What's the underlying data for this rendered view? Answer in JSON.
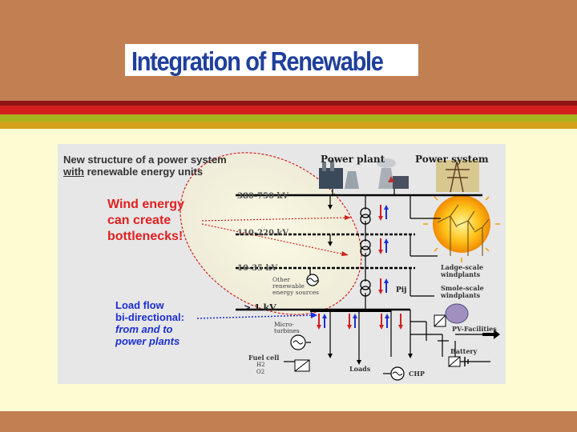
{
  "slide": {
    "title": "Integration of Renewable"
  },
  "figure": {
    "heading_line1": "New structure of a power system",
    "heading_with": "with",
    "heading_rest": " renewable energy units",
    "wind_text": [
      "Wind energy",
      "can create",
      "bottlenecks!"
    ],
    "load_text": [
      "Load flow",
      "bi-directional:",
      "from  and to",
      "power plants"
    ],
    "power_plant": "Power plant",
    "power_system": "Power system",
    "v1": "380-750 kV",
    "v2": "110-220 kV",
    "v3": "10-35 kV",
    "v4": "> 1 kV",
    "other_renewable": [
      "Other",
      "renewable",
      "energy sources"
    ],
    "pij": "Pij",
    "large_scale": [
      "Ladge-scale",
      "windplants"
    ],
    "small_scale": [
      "Smole-scale",
      "windplants"
    ],
    "pv": "PV-Facilities",
    "battery": "Battery",
    "micro": [
      "Micro-",
      "turbines"
    ],
    "fuel_cell": "Fuel cell",
    "h2": "H2",
    "o2": "O2",
    "loads": "Loads",
    "chp": "CHP"
  },
  "colors": {
    "background": "#c17f52",
    "title_text": "#1f3f9c",
    "content_bg": "#fdfbd2",
    "stripe_red": "#d41f1f",
    "stripe_green": "#a6b41d",
    "stripe_gold": "#d4a11c",
    "figure_bg": "#e7e7e7",
    "wind_red": "#e02020",
    "load_blue": "#1a2fd0"
  }
}
